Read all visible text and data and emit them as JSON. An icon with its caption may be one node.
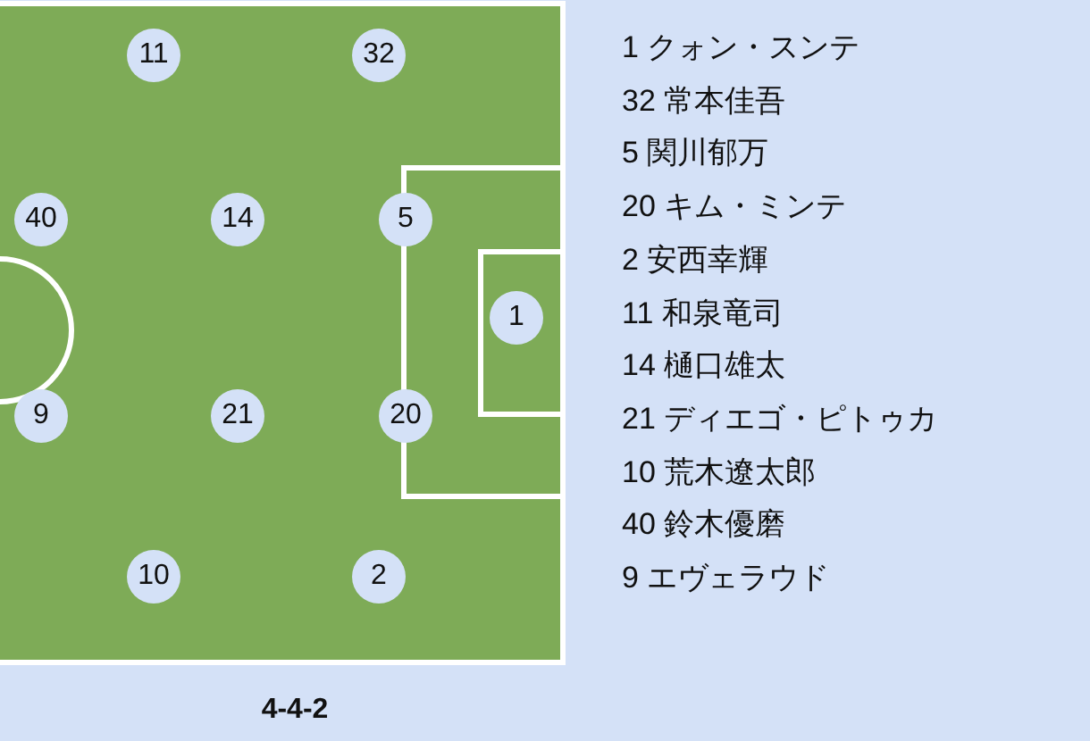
{
  "diagram": {
    "caption": "4-4-2",
    "nodes": [
      {
        "text": [
          "11"
        ]
      },
      {
        "text": [
          "32"
        ]
      },
      {
        "text": [
          "40"
        ]
      },
      {
        "text": [
          "14"
        ]
      },
      {
        "text": [
          "5"
        ]
      },
      {
        "text": [
          "1"
        ]
      },
      {
        "text": [
          "9"
        ]
      },
      {
        "text": [
          "21"
        ]
      },
      {
        "text": [
          "20"
        ]
      },
      {
        "text": [
          "10"
        ]
      },
      {
        "text": [
          "2"
        ]
      }
    ],
    "labels": [
      "1 クォン・スンテ",
      "32 常本佳吾",
      "5 関川郁万",
      "20 キム・ミンテ",
      "2 安西幸輝",
      "11 和泉竜司",
      "14 樋口雄太",
      "21 ディエゴ・ピトゥカ",
      "10 荒木遼太郎",
      "40 鈴木優磨",
      "9 エヴェラウド"
    ]
  }
}
